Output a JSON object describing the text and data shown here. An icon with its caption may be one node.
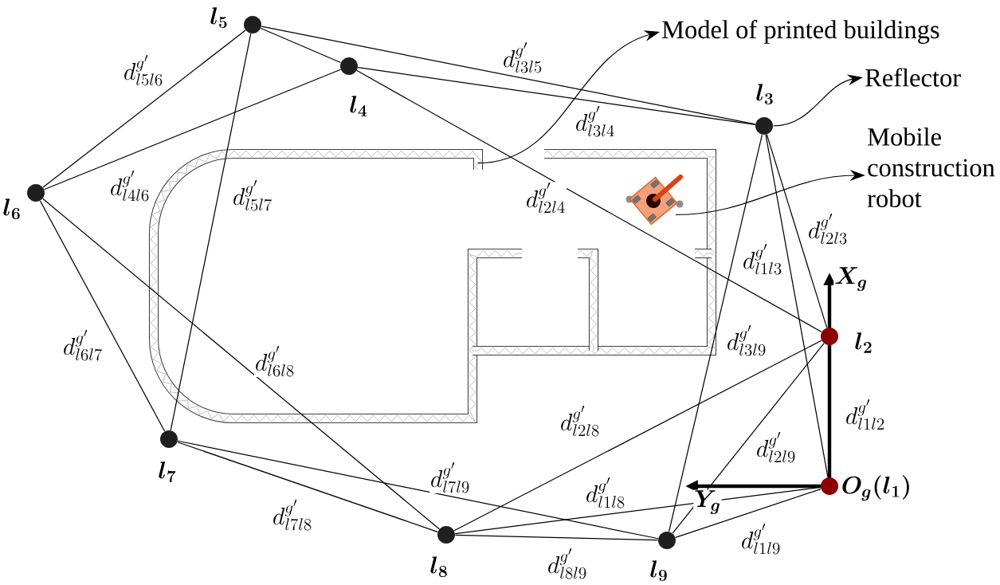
{
  "diagram": {
    "nodes": [
      {
        "text": [],
        "shape": "circle",
        "beside": [
          "O_{g}(l_{1})"
        ]
      },
      {
        "text": [],
        "shape": "circle",
        "beside": [
          "l_{2}"
        ]
      },
      {
        "text": [],
        "shape": "circle",
        "beside": [
          "l_{3}"
        ]
      },
      {
        "text": [],
        "shape": "circle",
        "beside": [
          "l_{4}"
        ]
      },
      {
        "text": [],
        "shape": "circle",
        "beside": [
          "l_{5}"
        ]
      },
      {
        "text": [],
        "shape": "circle",
        "beside": [
          "l_{6}"
        ]
      },
      {
        "text": [],
        "shape": "circle",
        "beside": [
          "l_{7}"
        ]
      },
      {
        "text": [],
        "shape": "circle",
        "beside": [
          "l_{8}"
        ]
      },
      {
        "text": [],
        "shape": "circle",
        "beside": [
          "l_{9}"
        ]
      },
      {
        "text": [
          "Model of printed buildings"
        ]
      },
      {
        "text": [
          "Reflector"
        ]
      },
      {
        "text": [
          "Mobile construction robot"
        ]
      },
      {
        "text": [],
        "shape": "picture"
      },
      {
        "text": [],
        "shape": "picture",
        "in": 12
      }
    ],
    "edges": [
      {
        "from": 4,
        "to": 5,
        "arrow": "none",
        "label": "d^{g'}_{l5l6}"
      },
      {
        "from": 2,
        "to": 4,
        "arrow": "none",
        "label": "d^{g'}_{l3l5}"
      },
      {
        "from": 2,
        "to": 3,
        "arrow": "none",
        "label": "d^{g'}_{l3l4}"
      },
      {
        "from": 3,
        "to": 5,
        "arrow": "none",
        "label": "d^{g'}_{l4l6}"
      },
      {
        "from": 4,
        "to": 6,
        "arrow": "none",
        "label": "d^{g'}_{l5l7}"
      },
      {
        "from": 1,
        "to": 3,
        "arrow": "none",
        "label": "d^{g'}_{l2l4}"
      },
      {
        "from": 1,
        "to": 2,
        "arrow": "none",
        "label": "d^{g'}_{l2l3}"
      },
      {
        "from": 0,
        "to": 2,
        "arrow": "none",
        "label": "d^{g'}_{l1l3}"
      },
      {
        "from": 2,
        "to": 8,
        "arrow": "none",
        "label": "d^{g'}_{l3l9}"
      },
      {
        "from": 5,
        "to": 6,
        "arrow": "none",
        "label": "d^{g'}_{l6l7}"
      },
      {
        "from": 5,
        "to": 7,
        "arrow": "none",
        "label": "d^{g'}_{l6l8}"
      },
      {
        "from": 1,
        "to": 7,
        "arrow": "none",
        "label": "d^{g'}_{l2l8}"
      },
      {
        "from": 0,
        "to": 1,
        "arrow": "none",
        "label": "d^{g'}_{l1l2}"
      },
      {
        "from": 1,
        "to": 8,
        "arrow": "none",
        "label": "d^{g'}_{l2l9}"
      },
      {
        "from": 6,
        "to": 8,
        "arrow": "none",
        "label": "d^{g'}_{l7l9}"
      },
      {
        "from": 0,
        "to": 7,
        "arrow": "none",
        "label": "d^{g'}_{l1l8}"
      },
      {
        "from": 6,
        "to": 7,
        "arrow": "none",
        "label": "d^{g'}_{l7l8}"
      },
      {
        "from": 7,
        "to": 8,
        "arrow": "none",
        "label": "d^{g'}_{l8l9}"
      },
      {
        "from": 0,
        "to": 8,
        "arrow": "none",
        "label": "d^{g'}_{l1l9}"
      },
      {
        "from": 3,
        "to": 4,
        "arrow": "none"
      },
      {
        "from": 12,
        "to": 9,
        "arrow": "to"
      },
      {
        "from": 2,
        "to": 10,
        "arrow": "to"
      },
      {
        "from": 13,
        "to": 11,
        "arrow": "to"
      }
    ],
    "labels": [
      "X_{g}",
      "Y_{g}"
    ]
  }
}
